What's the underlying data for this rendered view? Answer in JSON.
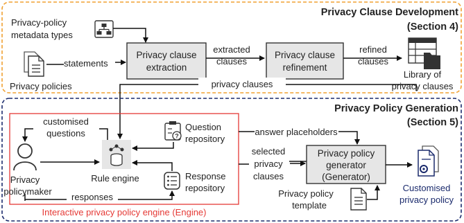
{
  "top_section": {
    "title": "Privacy Clause Development",
    "subtitle": "(Section 4)",
    "border_color": "#f0a030",
    "metadata_label": [
      "Privacy-policy",
      "metadata types"
    ],
    "policies_label": "Privacy policies",
    "statements_label": "statements",
    "extraction_box": [
      "Privacy clause",
      "extraction"
    ],
    "extracted_label": [
      "extracted",
      "clauses"
    ],
    "refinement_box": [
      "Privacy clause",
      "refinement"
    ],
    "refined_label": [
      "refined",
      "clauses"
    ],
    "library_label": [
      "Library of",
      "privacy clauses"
    ]
  },
  "connector": {
    "privacy_clauses_label": "privacy clauses"
  },
  "bottom_section": {
    "title": "Privacy Policy Generation",
    "subtitle": "(Section 5)",
    "border_color": "#1a2a6c",
    "engine_border_color": "#e53935",
    "customised_questions": [
      "customised",
      "questions"
    ],
    "policymaker_label": [
      "Privacy",
      "policymaker"
    ],
    "rule_engine_label": "Rule engine",
    "question_repo_label": [
      "Question",
      "repository"
    ],
    "response_repo_label": [
      "Response",
      "repository"
    ],
    "responses_label": "responses",
    "engine_caption": "Interactive privacy policy engine (Engine)",
    "engine_caption_color": "#e53935",
    "answer_placeholders": "answer placeholders",
    "selected_clauses": [
      "selected",
      "privacy",
      "clauses"
    ],
    "generator_box": [
      "Privacy policy",
      "generator",
      "(Generator)"
    ],
    "template_label": [
      "Privacy policy",
      "template"
    ],
    "customised_policy": [
      "Customised",
      "privacy policy"
    ],
    "customised_policy_color": "#1a2a6c"
  }
}
